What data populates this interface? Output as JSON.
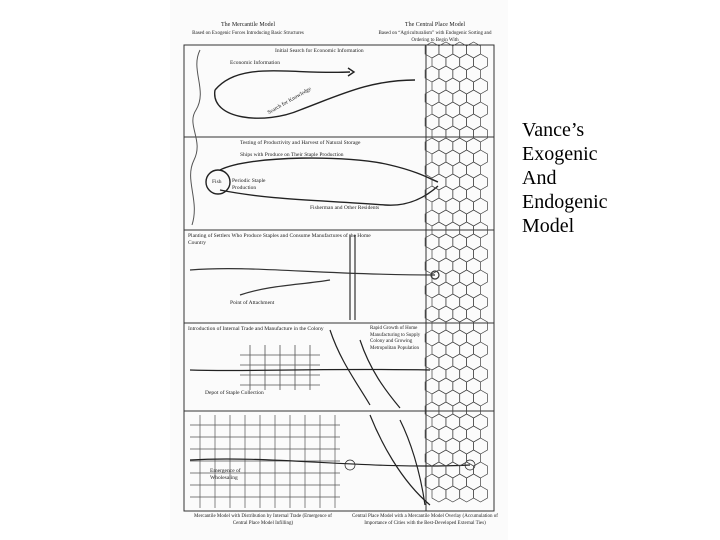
{
  "title_lines": [
    "Vance’s",
    "Exogenic",
    "And",
    "Endogenic",
    "Model"
  ],
  "headers": {
    "left_title": "The Mercantile Model",
    "left_sub": "Based on Exogenic Forces Introducing Basic Structures",
    "right_title": "The Central Place Model",
    "right_sub": "Based on “Agriculturalism” with Endogenic Sorting and Ordering to Begin With"
  },
  "panels": [
    {
      "caption": "Initial Search for Economic Information",
      "labels": [
        "Economic Information",
        "Search for Knowledge"
      ]
    },
    {
      "caption": "Testing of Productivity and Harvest of Natural Storage",
      "labels": [
        "Ships with Produce on Their Staple Production",
        "Fish",
        "Periodic Staple Production",
        "Fisherman and Other Residents"
      ]
    },
    {
      "caption": "Planting of Settlers Who Produce Staples and Consume Manufactures of the Home Country",
      "labels": [
        "Point of Attachment"
      ]
    },
    {
      "caption": "Introduction of Internal Trade and Manufacture in the Colony",
      "labels": [
        "Rapid Growth of Home Manufacturing to Supply Colony and Growing Metropolitan Population",
        "Depot of Staple Collection"
      ]
    },
    {
      "caption": "",
      "labels": [
        "Emergence of Wholesaling"
      ]
    }
  ],
  "footers": {
    "left": "Mercantile Model with Distribution by Internal Trade (Emergence of Central Place Model Infilling)",
    "right": "Central Place Model with a Mercantile Model Overlay (Accumulation of Importance of Cities with the Best-Developed External Ties)"
  }
}
